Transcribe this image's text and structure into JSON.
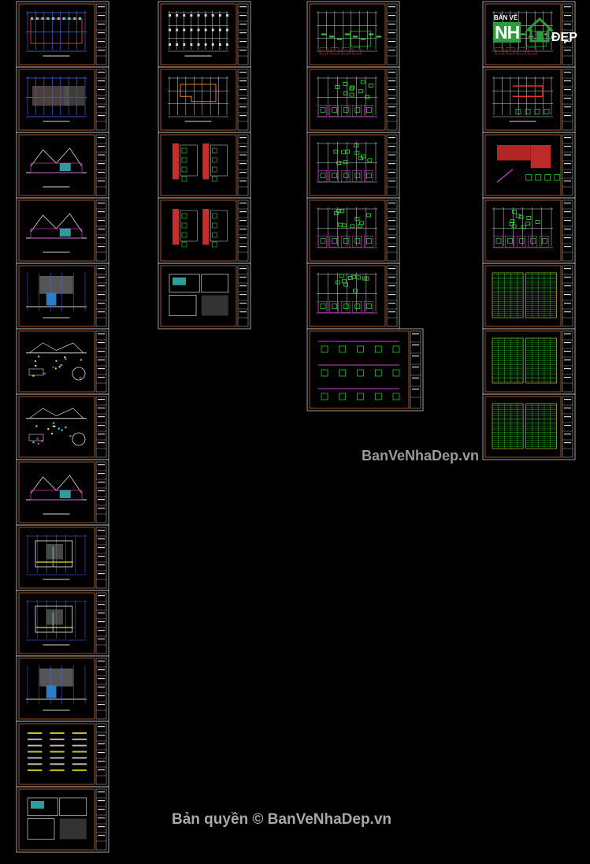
{
  "watermark_mid": "BanVeNhaDep.vn",
  "watermark_bottom": "Bản quyền © BanVeNhaDep.vn",
  "logo": {
    "top": "BẢN VẼ",
    "nh": "NH",
    "dep": "ĐẸP"
  },
  "colors": {
    "background": "#000000",
    "frame": "#c8c8c8",
    "inner_border": "#c86428",
    "line_blue": "#4f6bff",
    "line_cyan": "#3fe0e0",
    "line_green": "#2ee02e",
    "line_red": "#e03030",
    "line_yellow": "#e8e020",
    "line_magenta": "#d040d0",
    "line_white": "#d8d8d8"
  },
  "columns": [
    {
      "id": "architecture",
      "sheets": [
        {
          "kind": "plan"
        },
        {
          "kind": "plan-hatch"
        },
        {
          "kind": "elevation"
        },
        {
          "kind": "elevation"
        },
        {
          "kind": "section"
        },
        {
          "kind": "mep"
        },
        {
          "kind": "mep"
        },
        {
          "kind": "elevation"
        },
        {
          "kind": "plan-yellow"
        },
        {
          "kind": "plan-yellow"
        },
        {
          "kind": "section"
        },
        {
          "kind": "notes"
        },
        {
          "kind": "details"
        }
      ]
    },
    {
      "id": "structure-a",
      "sheets": [
        {
          "kind": "grid"
        },
        {
          "kind": "grid-orange"
        },
        {
          "kind": "columns"
        },
        {
          "kind": "columns"
        },
        {
          "kind": "details"
        }
      ]
    },
    {
      "id": "structure-b",
      "sheets": [
        {
          "kind": "grid-green"
        },
        {
          "kind": "beams"
        },
        {
          "kind": "beams"
        },
        {
          "kind": "beams"
        },
        {
          "kind": "beams"
        },
        {
          "kind": "wide-beams"
        }
      ]
    },
    {
      "id": "structure-c",
      "sheets": [
        {
          "kind": "grid-green"
        },
        {
          "kind": "grid-red"
        },
        {
          "kind": "stairs"
        },
        {
          "kind": "beams"
        },
        {
          "kind": "table"
        },
        {
          "kind": "table"
        },
        {
          "kind": "table"
        }
      ]
    }
  ]
}
